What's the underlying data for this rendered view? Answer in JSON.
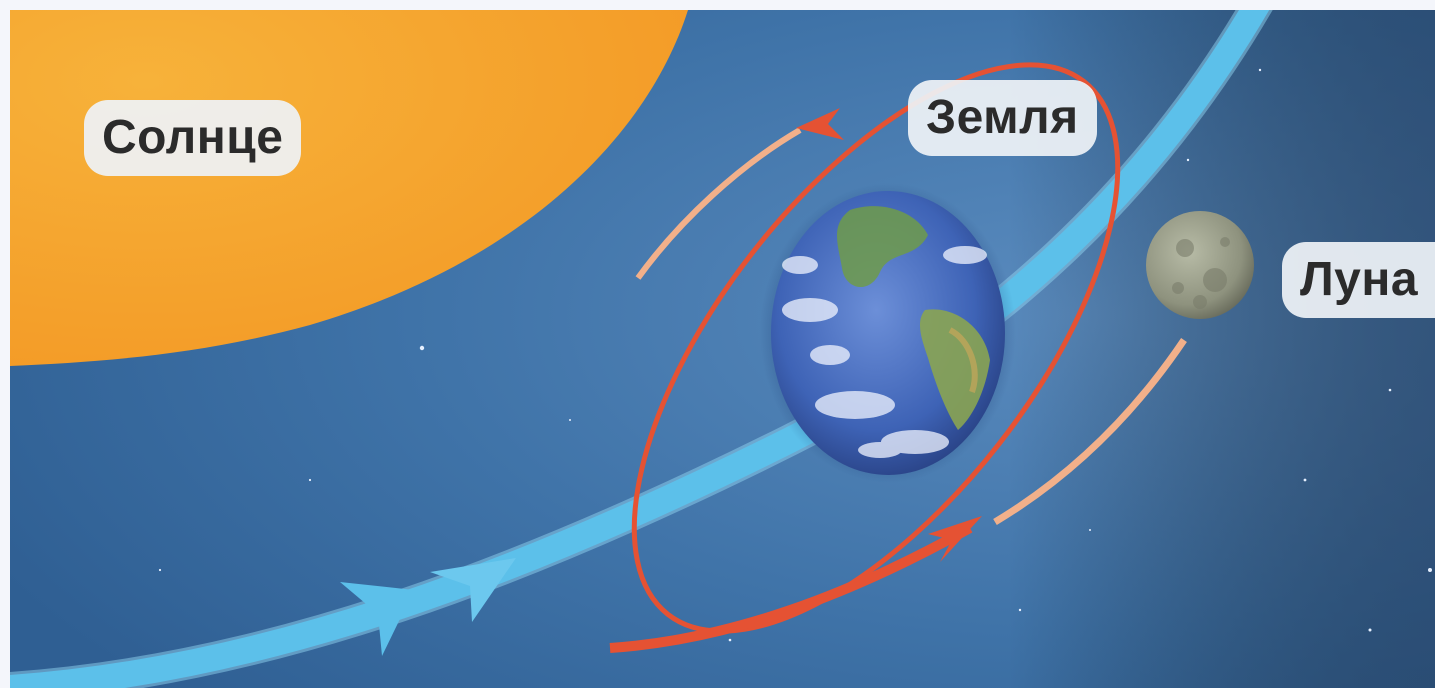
{
  "labels": {
    "sun": "Солнце",
    "earth": "Земля",
    "moon": "Луна"
  },
  "colors": {
    "space": "#3f73a8",
    "sun": "#f5a92e",
    "earth_orbit_arrow": "#5cc0ea",
    "moon_orbit": "#e55233",
    "moon_orbit_faded": "#f2b08a",
    "label_background": "#eef2f6"
  },
  "icons": {
    "sun": "sun-icon",
    "earth": "earth-globe-icon",
    "moon": "moon-icon"
  }
}
